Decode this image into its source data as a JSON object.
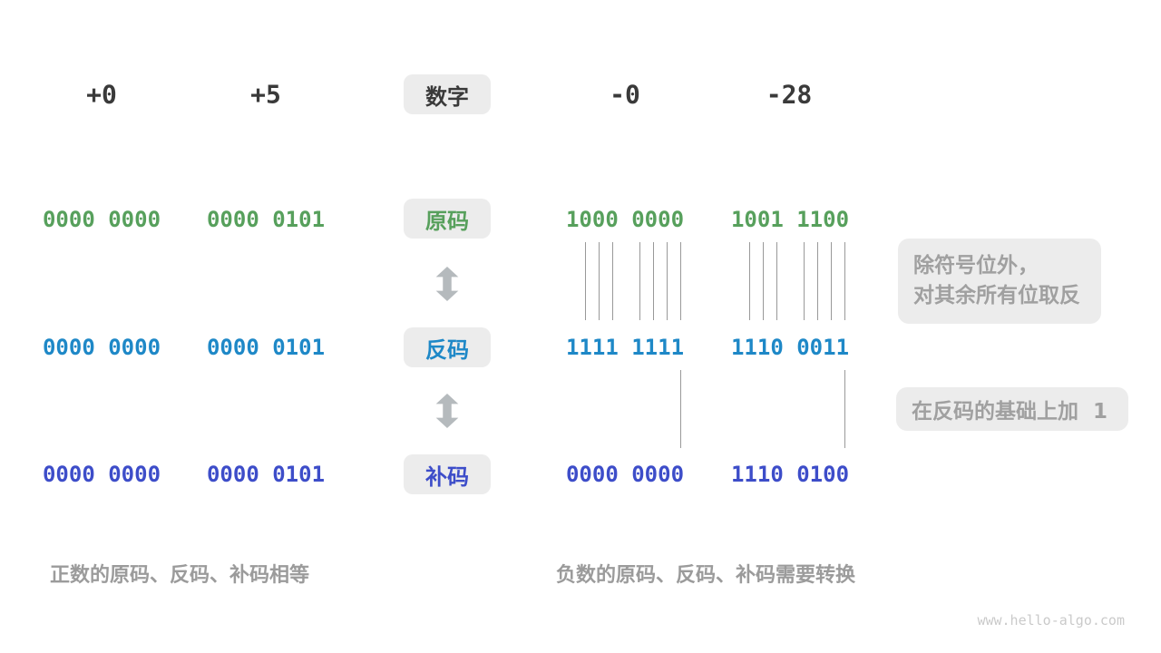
{
  "header": {
    "values": [
      "+0",
      "+5",
      "-0",
      "-28"
    ],
    "box_label": "数字"
  },
  "rows": [
    {
      "key": "sign-magnitude",
      "label": "原码",
      "values": [
        "0000 0000",
        "0000 0101",
        "1000 0000",
        "1001 1100"
      ]
    },
    {
      "key": "ones-complement",
      "label": "反码",
      "values": [
        "0000 0000",
        "0000 0101",
        "1111 1111",
        "1110 0011"
      ]
    },
    {
      "key": "twos-complement",
      "label": "补码",
      "values": [
        "0000 0000",
        "0000 0101",
        "0000 0000",
        "1110 0100"
      ]
    }
  ],
  "annotations": {
    "invert_line1": "除符号位外，",
    "invert_line2": "对其余所有位取反",
    "add_one": "在反码的基础上加  1"
  },
  "captions": {
    "positive": "正数的原码、反码、补码相等",
    "negative": "负数的原码、反码、补码需要转换"
  },
  "watermark": "www.hello-algo.com",
  "icons": {
    "transform_arrow": "updown-arrow"
  },
  "colors": {
    "number-text": "#3a3a3a",
    "sign-magnitude": "#57a05c",
    "ones-complement": "#1e88c7",
    "twos-complement": "#3d4dc9",
    "label-box-bg": "#ececec",
    "annotation-text": "#a0a0a0",
    "caption-text": "#9b9b9b",
    "tick-line": "#999999",
    "arrow": "#b5babd",
    "watermark": "#cacaca"
  }
}
